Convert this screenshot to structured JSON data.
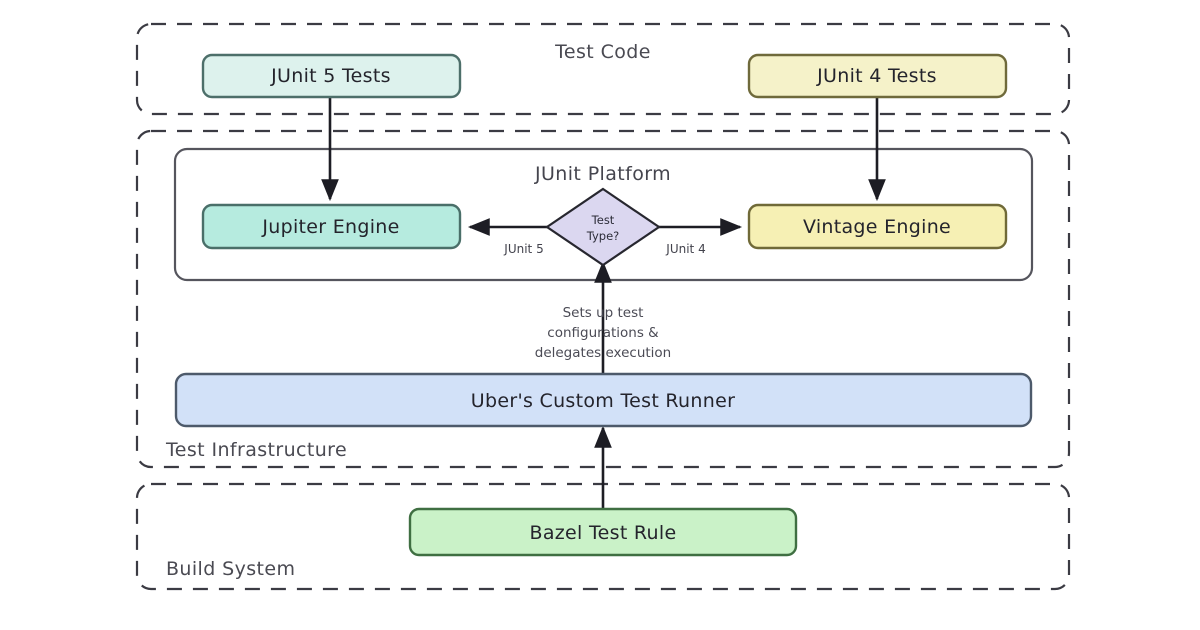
{
  "diagram": {
    "title": "JUnit Platform test execution architecture",
    "style": "hand-drawn flowchart",
    "background_color": "#ffffff"
  },
  "groups": [
    {
      "id": "test-code",
      "label": "Test Code",
      "label_align": "center-top",
      "border": "dashed",
      "border_color": "#3b3b43"
    },
    {
      "id": "test-infrastructure",
      "label": "Test Infrastructure",
      "label_align": "left-bottom",
      "border": "dashed",
      "border_color": "#3b3b43"
    },
    {
      "id": "build-system",
      "label": "Build System",
      "label_align": "left-bottom",
      "border": "dashed",
      "border_color": "#3b3b43"
    }
  ],
  "subgraph": {
    "id": "junit-platform",
    "label": "JUnit Platform",
    "border": "solid",
    "border_color": "#55555d",
    "fill": "#ffffff"
  },
  "nodes": [
    {
      "id": "junit5-tests",
      "label": "JUnit 5 Tests",
      "shape": "rounded-rect",
      "fill": "#ddf2ed",
      "stroke": "#4d6f6a",
      "group": "test-code"
    },
    {
      "id": "junit4-tests",
      "label": "JUnit 4 Tests",
      "shape": "rounded-rect",
      "fill": "#f5f2c9",
      "stroke": "#6f6a3b",
      "group": "test-code"
    },
    {
      "id": "jupiter-engine",
      "label": "Jupiter Engine",
      "shape": "rounded-rect",
      "fill": "#b6ebdf",
      "stroke": "#4a6f69",
      "group": "junit-platform"
    },
    {
      "id": "vintage-engine",
      "label": "Vintage Engine",
      "shape": "rounded-rect",
      "fill": "#f6f0b4",
      "stroke": "#706a38",
      "group": "junit-platform"
    },
    {
      "id": "test-type",
      "label": "Test Type?",
      "shape": "diamond",
      "fill": "#dbd7f0",
      "stroke": "#27272f",
      "group": "junit-platform",
      "label_lines": [
        "Test",
        "Type?"
      ]
    },
    {
      "id": "custom-runner",
      "label": "Uber's Custom Test Runner",
      "shape": "rounded-rect",
      "fill": "#d2e1f8",
      "stroke": "#4d5a6b",
      "group": "test-infrastructure"
    },
    {
      "id": "bazel-rule",
      "label": "Bazel Test Rule",
      "shape": "rounded-rect",
      "fill": "#caf2c8",
      "stroke": "#3f6f42",
      "group": "build-system"
    }
  ],
  "edges": [
    {
      "id": "e-junit5-jupiter",
      "from": "junit5-tests",
      "to": "jupiter-engine",
      "label": "",
      "arrow": "down"
    },
    {
      "id": "e-junit4-vintage",
      "from": "junit4-tests",
      "to": "vintage-engine",
      "label": "",
      "arrow": "down"
    },
    {
      "id": "e-type-jupiter",
      "from": "test-type",
      "to": "jupiter-engine",
      "label": "JUnit 5",
      "arrow": "left"
    },
    {
      "id": "e-type-vintage",
      "from": "test-type",
      "to": "vintage-engine",
      "label": "JUnit 4",
      "arrow": "right"
    },
    {
      "id": "e-runner-type",
      "from": "custom-runner",
      "to": "test-type",
      "label": "Sets up test configurations & delegates execution",
      "arrow": "up",
      "label_lines": [
        "Sets up test",
        "configurations &",
        "delegates execution"
      ]
    },
    {
      "id": "e-bazel-runner",
      "from": "bazel-rule",
      "to": "custom-runner",
      "label": "",
      "arrow": "up"
    }
  ]
}
